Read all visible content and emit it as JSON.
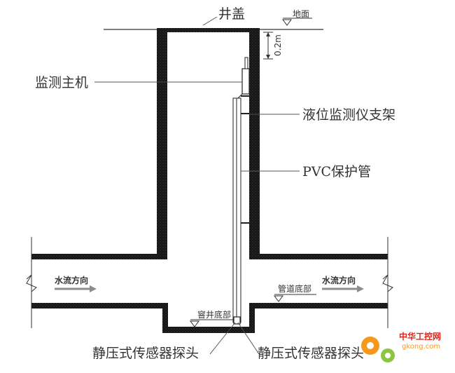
{
  "labels": {
    "well_cover": "井盖",
    "ground": "地面",
    "offset": "0.2m",
    "host": "监测主机",
    "bracket": "液位监测仪支架",
    "pvc_pipe": "PVC保护管",
    "flow_left": "水流方向",
    "flow_right": "水流方向",
    "pipe_bottom": "管道底部",
    "well_bottom": "窨井底部",
    "probe_left": "静压式传感器探头",
    "probe_right": "静压式传感器探头"
  },
  "watermark": {
    "cn": "中华工控网",
    "en": "gkong.com"
  },
  "colors": {
    "wall": "#1a1a1a",
    "line": "#333333",
    "leader": "#555555",
    "flow_arrow": "#8c8c8c",
    "gear_orange": "#f39a1e",
    "gear_green": "#8cc63f",
    "watermark_red": "#e2231a"
  }
}
